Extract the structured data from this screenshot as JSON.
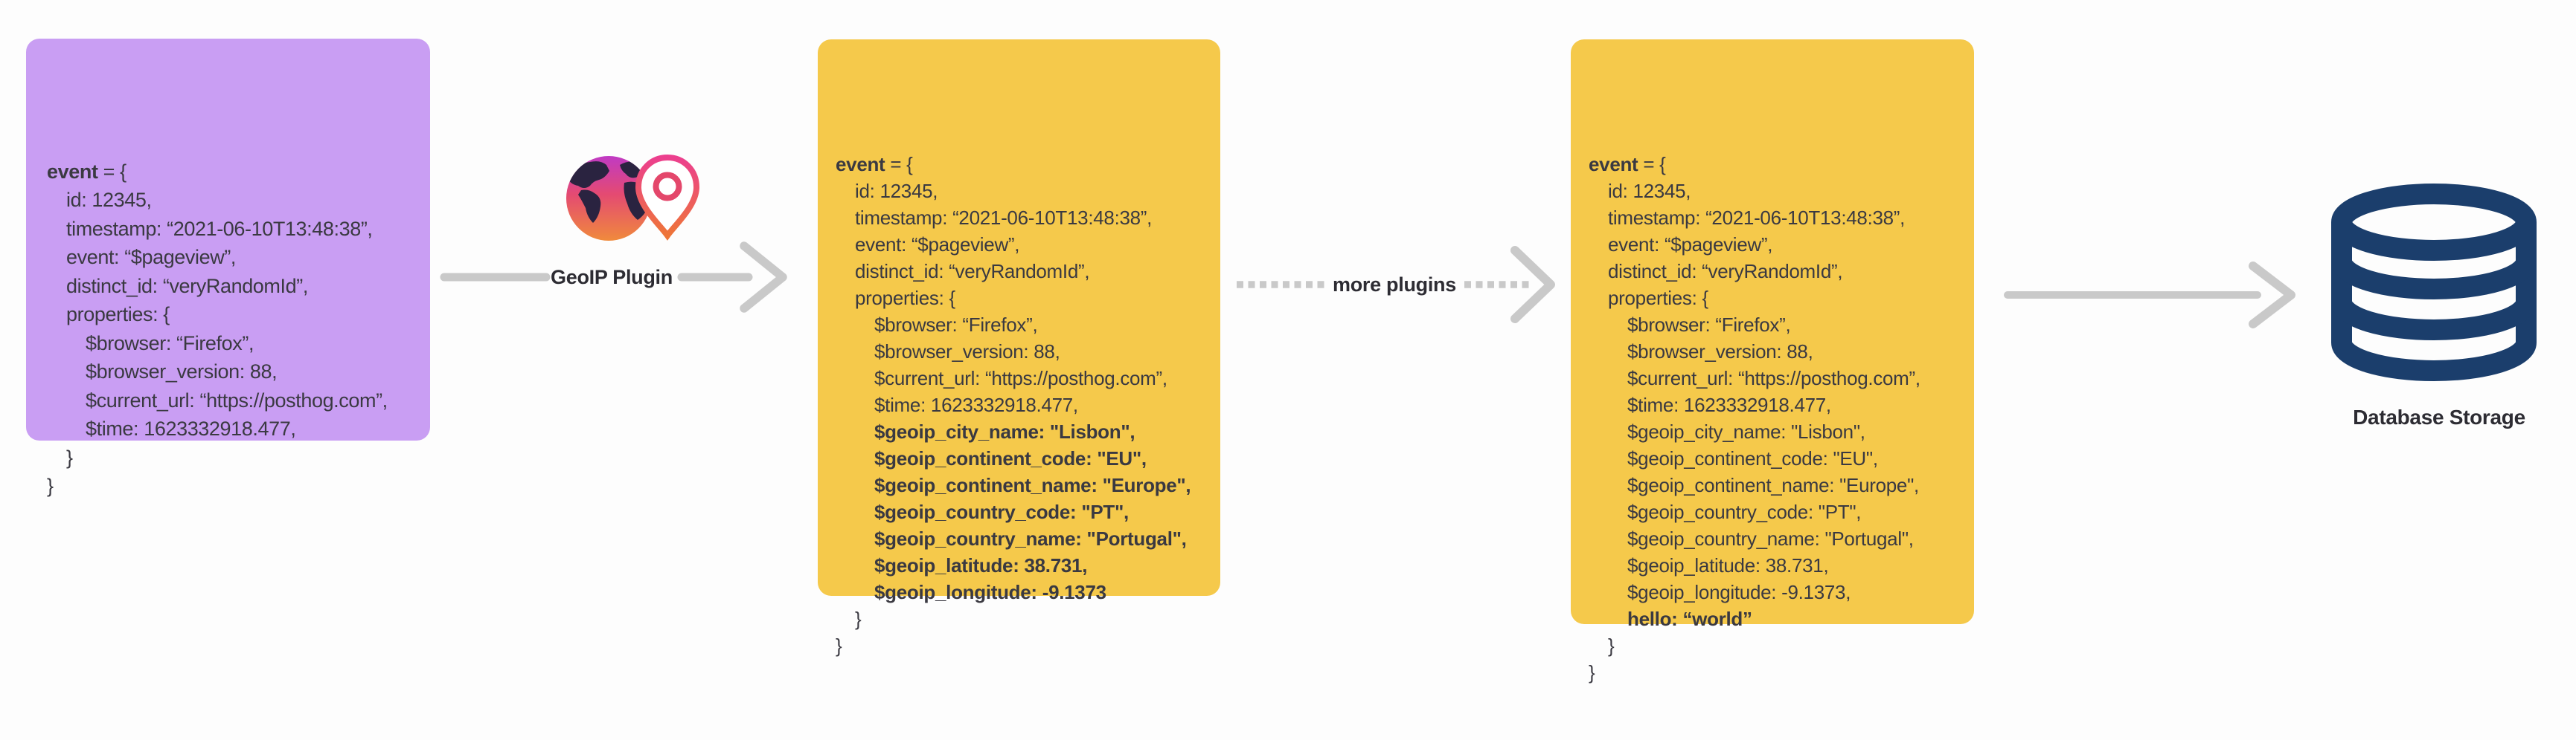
{
  "diagram": {
    "background": "#fdfdfd",
    "arrow_color": "#c9c9c9",
    "code_text_color": "#3a3941",
    "label_text_color": "#2d2c33",
    "database_icon_color": "#1b3e6c",
    "labels": {
      "geoip_plugin": "GeoIP Plugin",
      "more_plugins": "more plugins",
      "database_storage": "Database Storage"
    },
    "icons": {
      "geoip": "globe-with-location-pin-icon",
      "database": "database-cylinder-icon"
    },
    "boxes": [
      {
        "id": "event-before-plugins",
        "color": "#c99ef3",
        "lines": [
          {
            "head": "event",
            "text": " = {",
            "indent": 0
          },
          {
            "text": "id: 12345,",
            "indent": 1
          },
          {
            "text": "timestamp: “2021-06-10T13:48:38”,",
            "indent": 1
          },
          {
            "text": "event: “$pageview”,",
            "indent": 1
          },
          {
            "text": "distinct_id: “veryRandomId”,",
            "indent": 1
          },
          {
            "text": "properties: {",
            "indent": 1
          },
          {
            "text": "$browser: “Firefox”,",
            "indent": 2
          },
          {
            "text": "$browser_version: 88,",
            "indent": 2
          },
          {
            "text": "$current_url: “https://posthog.com”,",
            "indent": 2
          },
          {
            "text": "$time: 1623332918.477,",
            "indent": 2
          },
          {
            "text": "}",
            "indent": 1
          },
          {
            "text": "}",
            "indent": 0
          }
        ]
      },
      {
        "id": "event-after-geoip-plugin",
        "color": "#f5c94b",
        "lines": [
          {
            "head": "event",
            "text": " = {",
            "indent": 0
          },
          {
            "text": "id: 12345,",
            "indent": 1
          },
          {
            "text": "timestamp: “2021-06-10T13:48:38”,",
            "indent": 1
          },
          {
            "text": "event: “$pageview”,",
            "indent": 1
          },
          {
            "text": "distinct_id: “veryRandomId”,",
            "indent": 1
          },
          {
            "text": "properties: {",
            "indent": 1
          },
          {
            "text": "$browser: “Firefox”,",
            "indent": 2
          },
          {
            "text": "$browser_version: 88,",
            "indent": 2
          },
          {
            "text": "$current_url: “https://posthog.com”,",
            "indent": 2
          },
          {
            "text": "$time: 1623332918.477,",
            "indent": 2
          },
          {
            "text": "$geoip_city_name: \"Lisbon\",",
            "indent": 2,
            "bold": true
          },
          {
            "text": "$geoip_continent_code: \"EU\",",
            "indent": 2,
            "bold": true
          },
          {
            "text": "$geoip_continent_name: \"Europe\",",
            "indent": 2,
            "bold": true
          },
          {
            "text": "$geoip_country_code: \"PT\",",
            "indent": 2,
            "bold": true
          },
          {
            "text": "$geoip_country_name: \"Portugal\",",
            "indent": 2,
            "bold": true
          },
          {
            "text": "$geoip_latitude: 38.731,",
            "indent": 2,
            "bold": true
          },
          {
            "text": "$geoip_longitude: -9.1373",
            "indent": 2,
            "bold": true
          },
          {
            "text": "}",
            "indent": 1
          },
          {
            "text": "}",
            "indent": 0
          }
        ]
      },
      {
        "id": "event-after-more-plugins",
        "color": "#f5c94b",
        "lines": [
          {
            "head": "event",
            "text": " = {",
            "indent": 0
          },
          {
            "text": "id: 12345,",
            "indent": 1
          },
          {
            "text": "timestamp: “2021-06-10T13:48:38”,",
            "indent": 1
          },
          {
            "text": "event: “$pageview”,",
            "indent": 1
          },
          {
            "text": "distinct_id: “veryRandomId”,",
            "indent": 1
          },
          {
            "text": "properties: {",
            "indent": 1
          },
          {
            "text": "$browser: “Firefox”,",
            "indent": 2
          },
          {
            "text": "$browser_version: 88,",
            "indent": 2
          },
          {
            "text": "$current_url: “https://posthog.com”,",
            "indent": 2
          },
          {
            "text": "$time: 1623332918.477,",
            "indent": 2
          },
          {
            "text": "$geoip_city_name: \"Lisbon\",",
            "indent": 2
          },
          {
            "text": "$geoip_continent_code: \"EU\",",
            "indent": 2
          },
          {
            "text": "$geoip_continent_name: \"Europe\",",
            "indent": 2
          },
          {
            "text": "$geoip_country_code: \"PT\",",
            "indent": 2
          },
          {
            "text": "$geoip_country_name: \"Portugal\",",
            "indent": 2
          },
          {
            "text": "$geoip_latitude: 38.731,",
            "indent": 2
          },
          {
            "text": "$geoip_longitude: -9.1373,",
            "indent": 2
          },
          {
            "text": "hello: “world”",
            "indent": 2,
            "bold": true
          },
          {
            "text": "}",
            "indent": 1
          },
          {
            "text": "}",
            "indent": 0
          }
        ]
      }
    ]
  }
}
